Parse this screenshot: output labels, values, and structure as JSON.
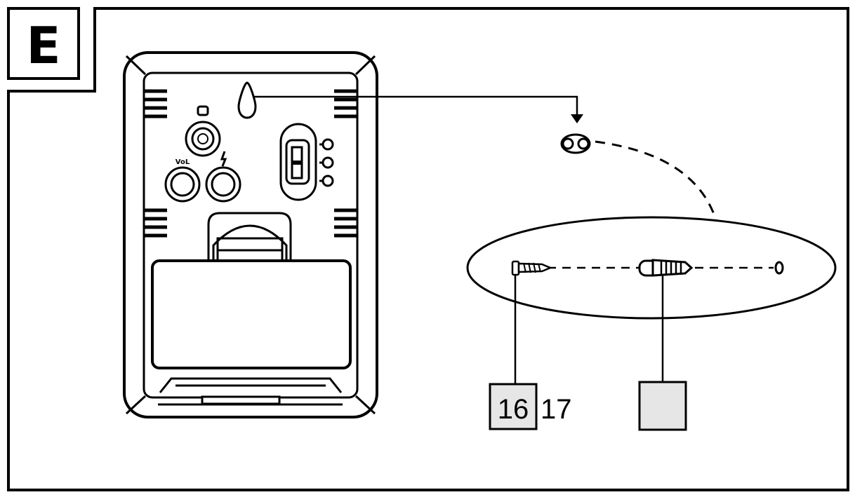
{
  "figure": {
    "section_letter": "E",
    "volume_label": "VoL",
    "callouts": {
      "screw": "16",
      "anchor": "17",
      "hole": ""
    }
  }
}
